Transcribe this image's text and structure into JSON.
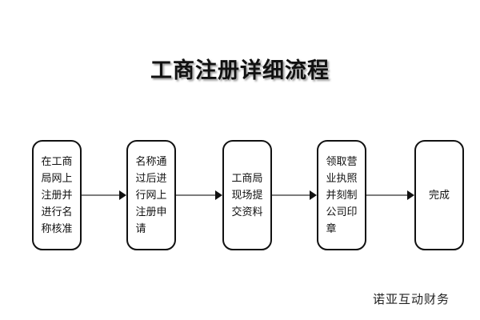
{
  "title": "工商注册详细流程",
  "watermark": "诺亚互动财务",
  "colors": {
    "box_border": "#111111",
    "box_fill": "#ffffff",
    "connector_line": "#7d7d7d",
    "arrow_head": "#111111",
    "text": "#111111",
    "background": "#ffffff"
  },
  "flow": {
    "steps": [
      {
        "index": 1,
        "text": "在工商\n局网上\n注册并\n进行名\n称核准",
        "full_text": "在工商局网上注册并进行名称核准",
        "shape": "rounded-rect"
      },
      {
        "index": 2,
        "text": "名称通\n过后进\n行网上\n注册申\n请",
        "full_text": "名称通过后进行网上注册申请",
        "shape": "rounded-rect"
      },
      {
        "index": 3,
        "text": "工商局\n现场提\n交资料",
        "full_text": "工商局现场提交资料",
        "shape": "rounded-rect"
      },
      {
        "index": 4,
        "text": "领取营\n业执照\n并刻制\n公司印\n章",
        "full_text": "领取营业执照并刻制公司印章",
        "shape": "rounded-rect"
      },
      {
        "index": 5,
        "text": "完成",
        "full_text": "完成",
        "shape": "rounded-rect"
      }
    ],
    "connectors": [
      {
        "from": 1,
        "to": 2,
        "type": "arrow-right"
      },
      {
        "from": 2,
        "to": 3,
        "type": "arrow-right"
      },
      {
        "from": 3,
        "to": 4,
        "type": "arrow-right"
      },
      {
        "from": 4,
        "to": 5,
        "type": "arrow-right"
      }
    ]
  }
}
